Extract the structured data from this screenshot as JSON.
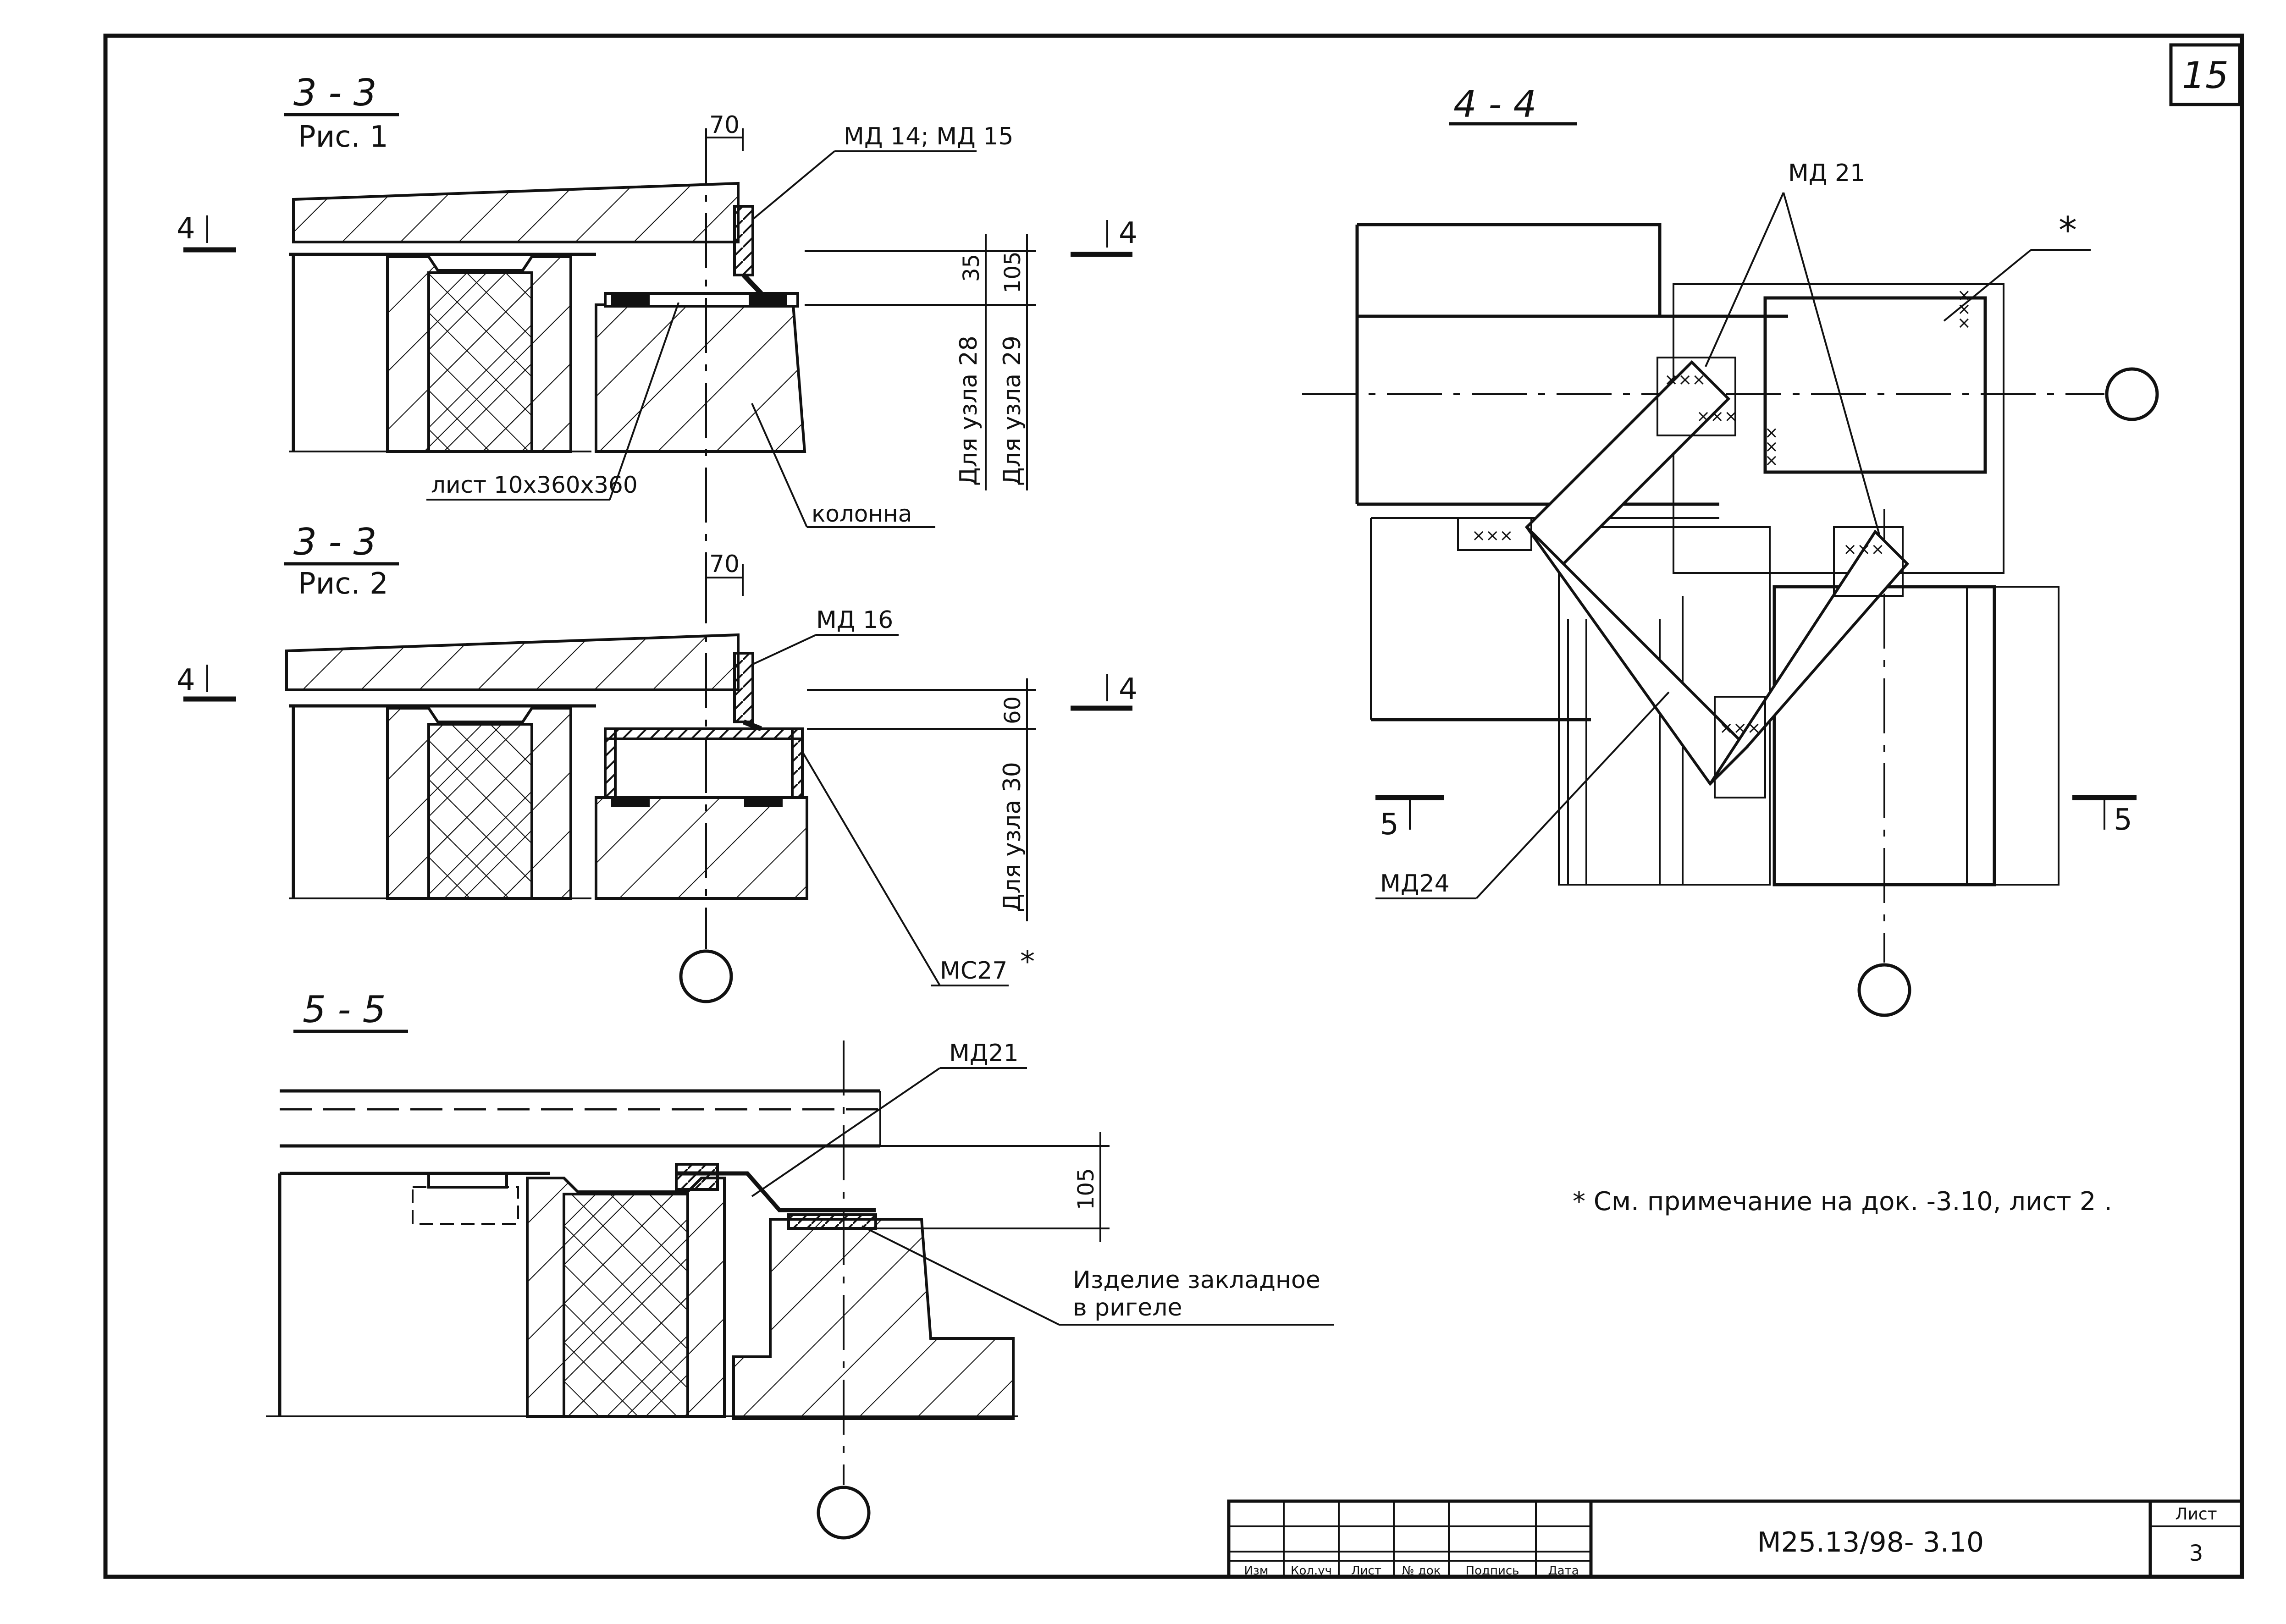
{
  "sheet_number": "15",
  "views": {
    "section_3_fig1": {
      "title": "3 - 3",
      "subtitle": "Рис. 1"
    },
    "section_3_fig2": {
      "title": "3 - 3",
      "subtitle": "Рис. 2"
    },
    "section_4": {
      "title": "4 - 4"
    },
    "section_5": {
      "title": "5 - 5"
    }
  },
  "labels": {
    "md14_15": "МД 14; МД 15",
    "list_plate": "лист 10x360x360",
    "kolonna": "колонна",
    "md16": "МД 16",
    "mc27": "МС27",
    "md21_top": "МД 21",
    "md24": "МД24",
    "md21_bottom": "МД21",
    "embedded_line1": "Изделие закладное",
    "embedded_line2": "в ригеле",
    "asterisk": "*",
    "note": "* См. примечание на док. -3.10, лист 2 ."
  },
  "dimensions": {
    "d70_a": "70",
    "d35": "35",
    "d105_a": "105",
    "node28": "Для узла 28",
    "node29": "Для узла 29",
    "d70_b": "70",
    "d60": "60",
    "node30": "Для узла 30",
    "d105_b": "105"
  },
  "section_marks": {
    "m4_left_top": "4",
    "m4_right_top": "4",
    "m4_left_mid": "4",
    "m4_right_mid": "4",
    "m5_left": "5",
    "m5_right": "5"
  },
  "title_block": {
    "columns": [
      "Изм",
      "Кол.уч",
      "Лист",
      "№ док",
      "Подпись",
      "Дата"
    ],
    "document_code": "М25.13/98- 3.10",
    "sheet_label": "Лист",
    "sheet_value": "3"
  }
}
